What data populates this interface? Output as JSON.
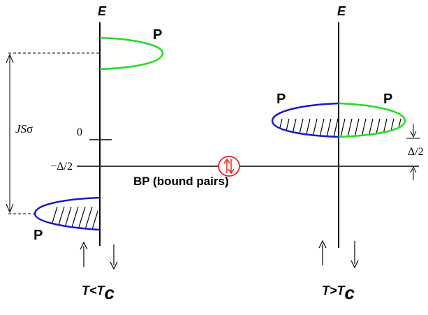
{
  "left_panel": {
    "axis_label": "E",
    "upper_band_label": "P",
    "lower_band_label": "P",
    "gap_label_italic": "JS",
    "gap_label_symbol": "σ",
    "tick_zero": "0",
    "tick_half_gap": "−Δ/2",
    "condition_T": "T",
    "condition_rel": "<",
    "condition_Tc_base": "T",
    "condition_Tc_sub": "c"
  },
  "right_panel": {
    "axis_label": "E",
    "left_band_label": "P",
    "right_band_label": "P",
    "half_gap_label": "Δ/2",
    "condition_T": "T",
    "condition_rel": ">",
    "condition_Tc_base": "T",
    "condition_Tc_sub": "c"
  },
  "bound_pairs_label": "BP (bound pairs)",
  "colors": {
    "green": "#22dd22",
    "blue": "#1a1acc",
    "red": "#ee2222",
    "black": "#000000"
  }
}
